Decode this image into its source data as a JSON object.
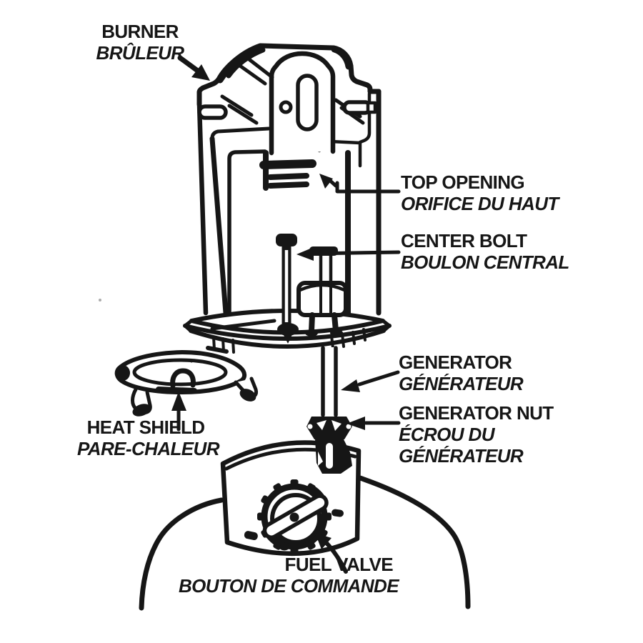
{
  "figure": {
    "title": "Lantern burner assembly diagram (bilingual part labels)"
  },
  "labels": {
    "burner": {
      "en": "BURNER",
      "fr": "BRÛLEUR"
    },
    "top_opening": {
      "en": "TOP OPENING",
      "fr": "ORIFICE DU HAUT"
    },
    "center_bolt": {
      "en": "CENTER BOLT",
      "fr": "BOULON CENTRAL"
    },
    "generator": {
      "en": "GENERATOR",
      "fr": "GÉNÉRATEUR"
    },
    "generator_nut": {
      "en": "GENERATOR NUT",
      "fr_line1": "ÉCROU DU",
      "fr_line2": "GÉNÉRATEUR"
    },
    "heat_shield": {
      "en": "HEAT SHIELD",
      "fr": "PARE-CHALEUR"
    },
    "fuel_valve": {
      "en": "FUEL VALVE",
      "fr": "BOUTON DE COMMANDE"
    }
  },
  "colors": {
    "ink": "#161616",
    "paper": "#ffffff"
  }
}
